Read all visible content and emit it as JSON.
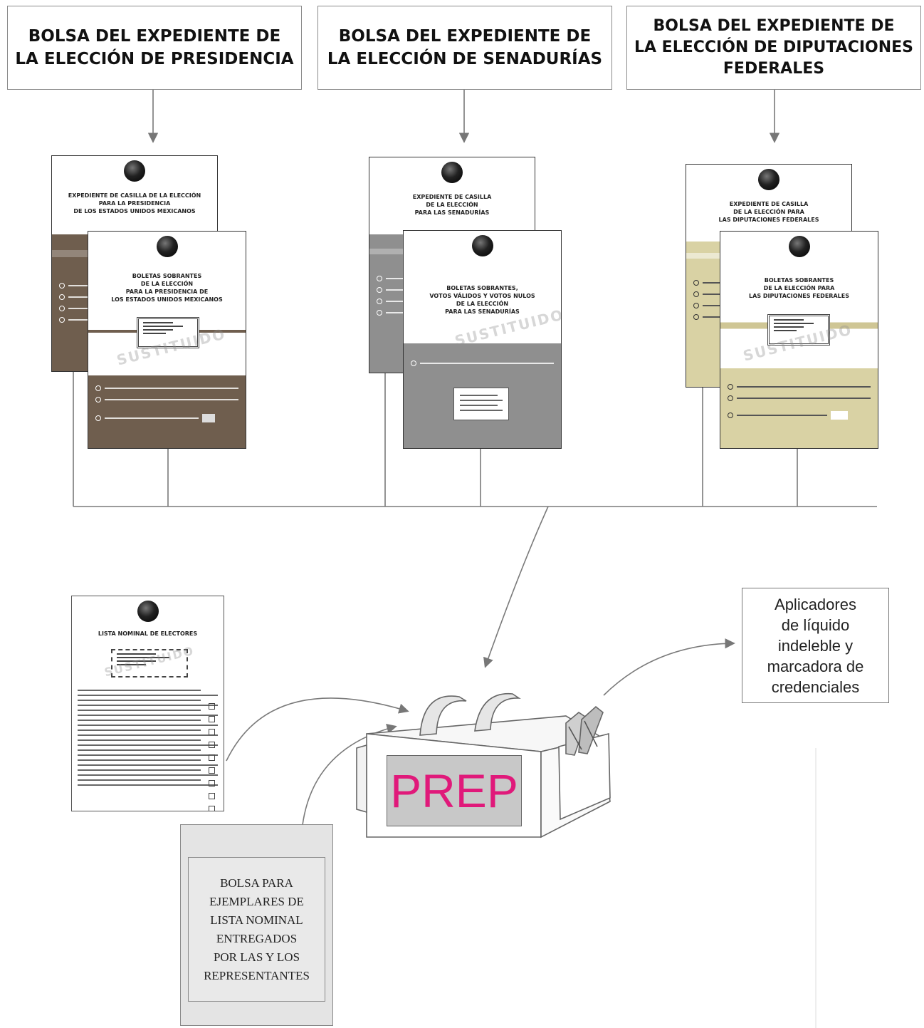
{
  "headers": {
    "presidencia": "BOLSA DEL EXPEDIENTE DE\nLA ELECCIÓN DE PRESIDENCIA",
    "senadurias": "BOLSA DEL EXPEDIENTE DE\nLA ELECCIÓN DE SENADURÍAS",
    "diputaciones": "BOLSA DEL EXPEDIENTE DE\nLA ELECCIÓN DE DIPUTACIONES\nFEDERALES"
  },
  "documents": {
    "pres_back_title": "EXPEDIENTE DE CASILLA DE LA ELECCIÓN\nPARA LA PRESIDENCIA\nDE LOS ESTADOS UNIDOS MEXICANOS",
    "pres_front_title": "BOLETAS SOBRANTES\nDE LA ELECCIÓN\nPARA LA PRESIDENCIA DE\nLOS ESTADOS UNIDOS MEXICANOS",
    "sen_back_title": "EXPEDIENTE DE CASILLA\nDE LA ELECCIÓN\nPARA LAS SENADURÍAS",
    "sen_front_title": "BOLETAS SOBRANTES,\nVOTOS VÁLIDOS Y VOTOS NULOS\nDE LA ELECCIÓN\nPARA LAS SENADURÍAS",
    "dip_back_title": "EXPEDIENTE DE CASILLA\nDE LA ELECCIÓN PARA\nLAS DIPUTACIONES FEDERALES",
    "dip_front_title": "BOLETAS SOBRANTES\nDE LA ELECCIÓN PARA\nLAS DIPUTACIONES FEDERALES",
    "lista_title": "LISTA NOMINAL DE ELECTORES",
    "watermark": "SUSTITUIDO"
  },
  "prep": {
    "label": "PREP",
    "label_color": "#e0197a"
  },
  "aplicadores": {
    "text": "Aplicadores\nde líquido\nindeleble y\nmarcadora de\ncredenciales"
  },
  "bolsa_lista": {
    "text": "BOLSA PARA\nEJEMPLARES DE\nLISTA NOMINAL\nENTREGADOS\nPOR LAS Y LOS\nREPRESENTANTES"
  },
  "colors": {
    "brown": "#6f5e4e",
    "gray": "#8f8f8f",
    "khaki": "#d9d2a4"
  }
}
